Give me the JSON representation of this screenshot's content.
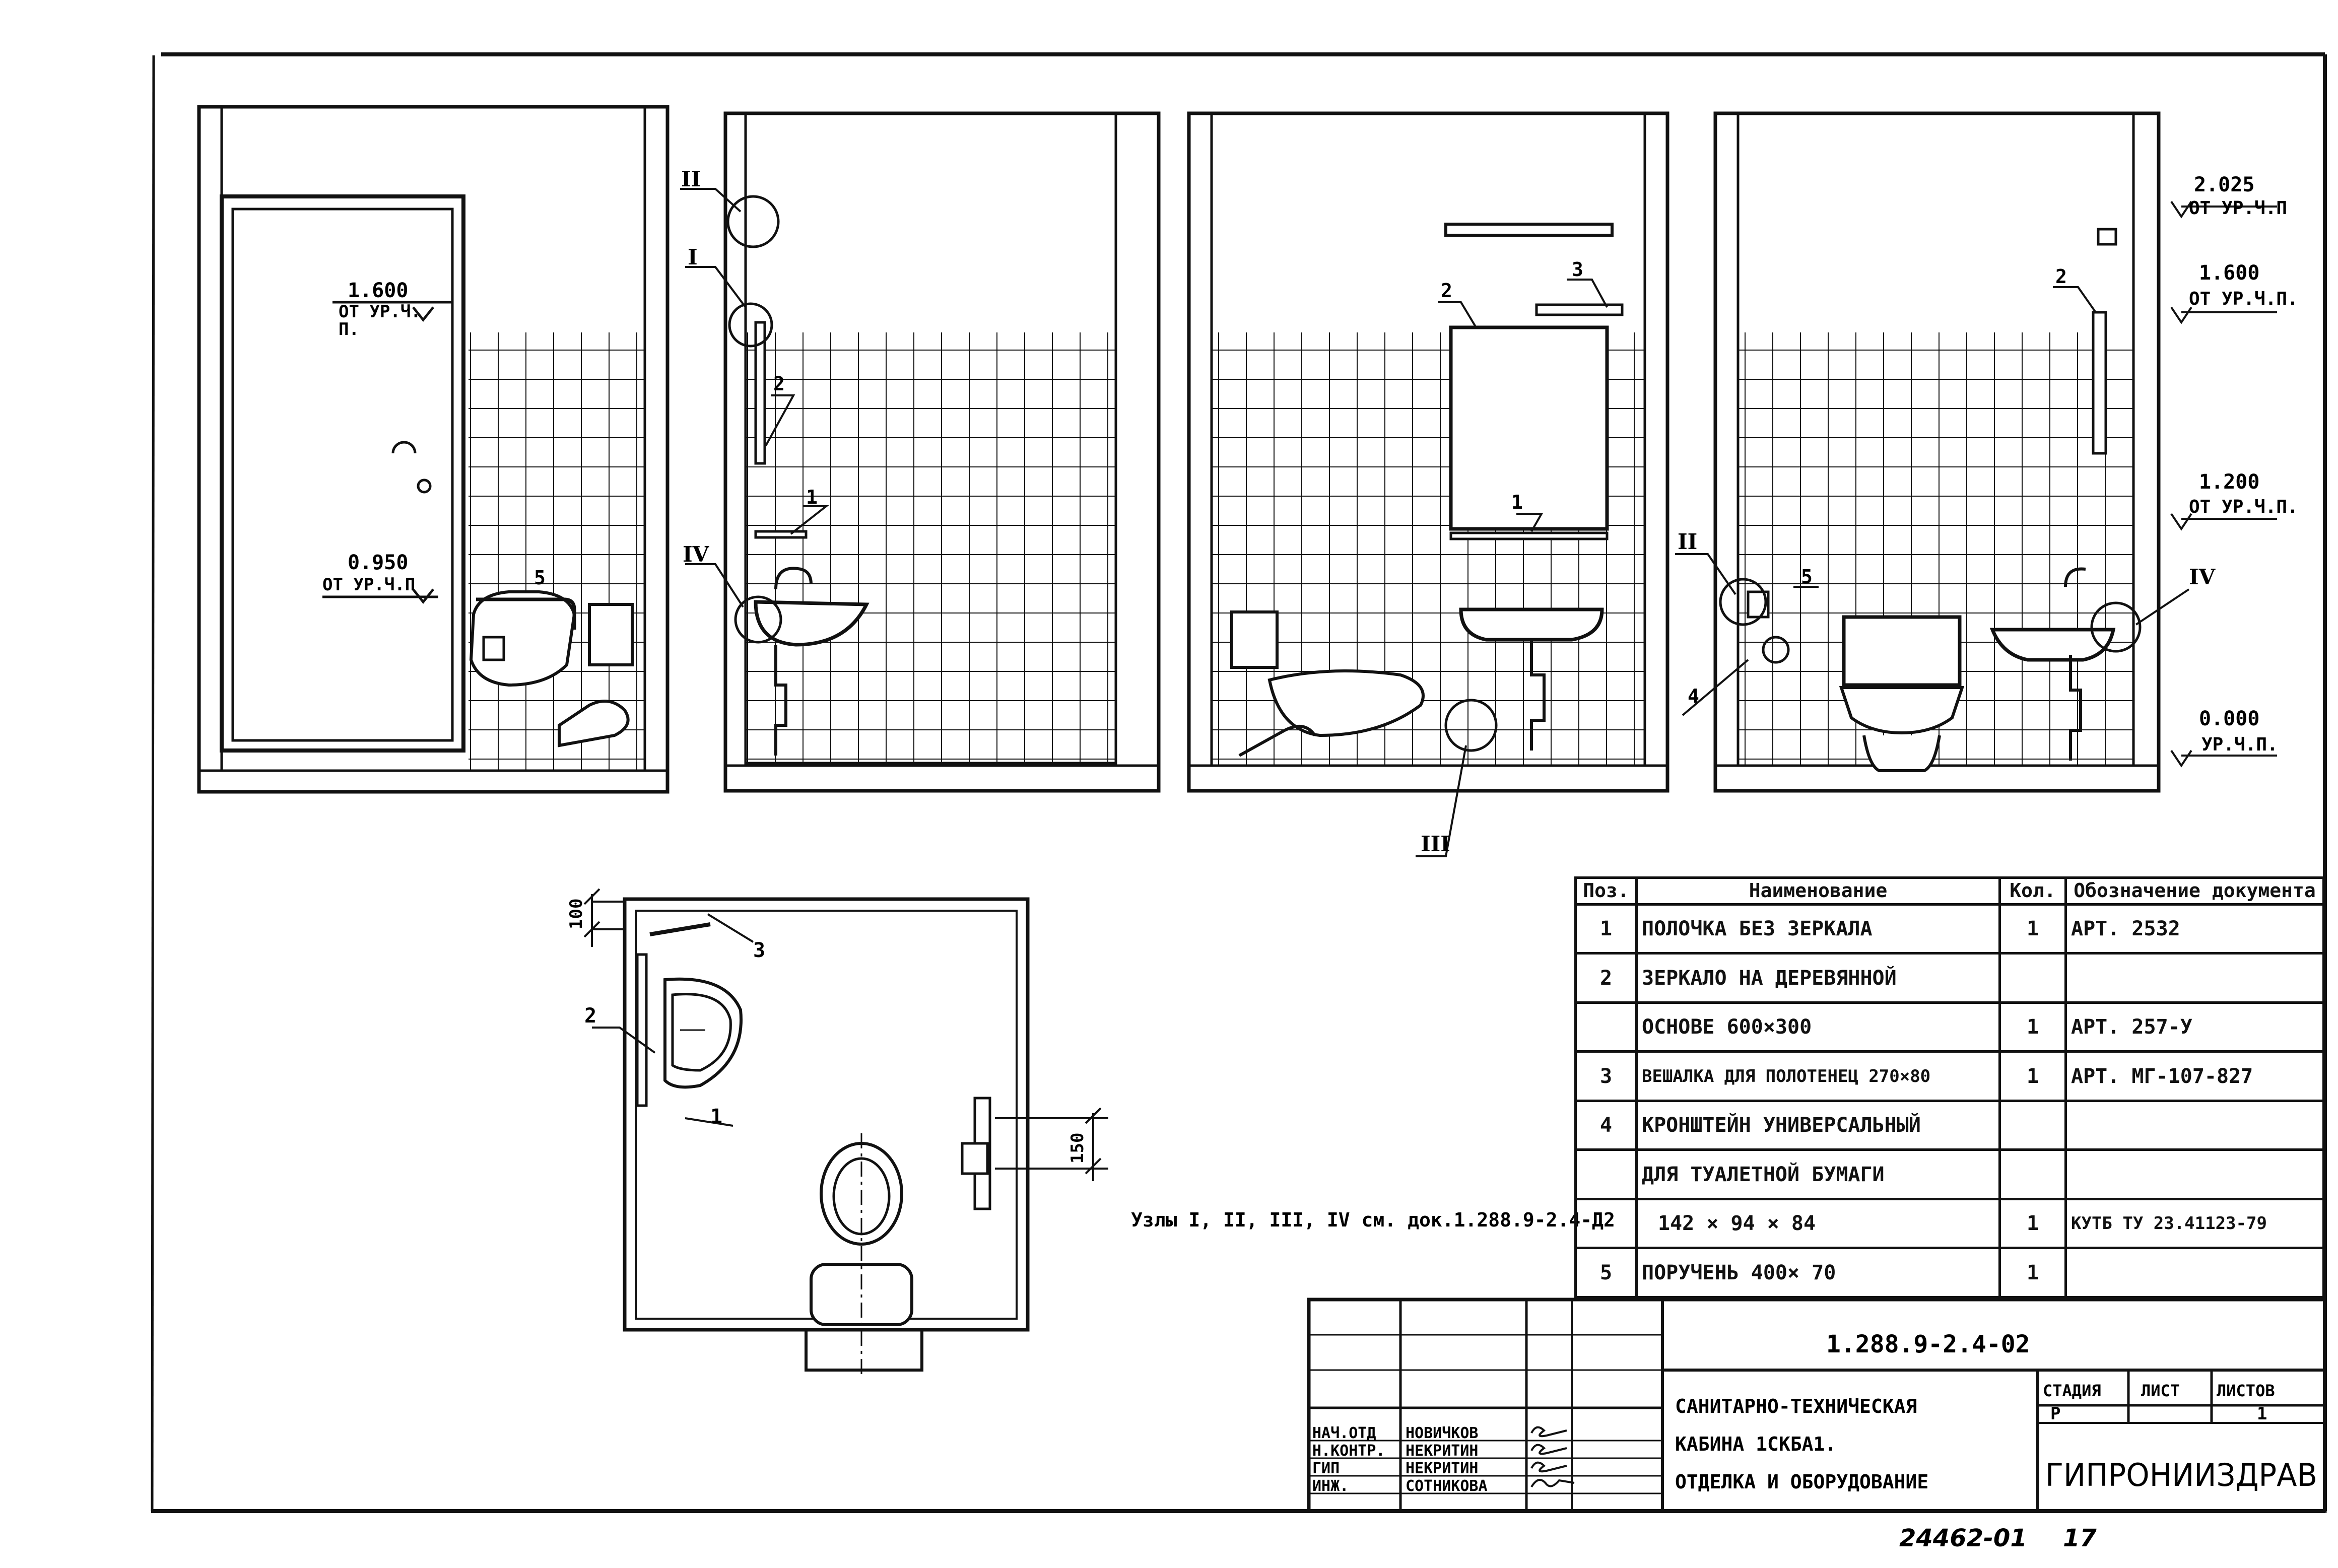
{
  "elevations": {
    "levels_1": [
      "1.600",
      "ОТ УР.Ч.",
      "П.",
      "0.950",
      "ОТ УР.Ч.П"
    ],
    "levels_4": [
      "2.025",
      "ОТ УР.Ч.П",
      "1.600",
      "ОТ УР.Ч.П.",
      "1.200",
      "ОТ УР.Ч.П.",
      "0.000",
      "УР.Ч.П."
    ],
    "item_marks": [
      "1",
      "2",
      "3",
      "4",
      "5"
    ],
    "node_marks": [
      "I",
      "II",
      "III",
      "IV"
    ]
  },
  "plan": {
    "dim_top": "100",
    "dim_right": "150",
    "marks": [
      "1",
      "2",
      "3"
    ]
  },
  "nodes_note": "Узлы I, II, III, IV см. док.1.288.9-2.4-Д2",
  "spec": {
    "headers": [
      "Поз.",
      "Наименование",
      "Кол.",
      "Обозначение документа"
    ],
    "rows": [
      {
        "pos": "1",
        "name": "ПОЛОЧКА БЕЗ ЗЕРКАЛА",
        "qty": "1",
        "doc": "АРТ. 2532"
      },
      {
        "pos": "2",
        "name": "ЗЕРКАЛО НА ДЕРЕВЯННОЙ",
        "qty": "",
        "doc": ""
      },
      {
        "pos": "",
        "name": "ОСНОВЕ 600×300",
        "qty": "1",
        "doc": "АРТ. 257-У"
      },
      {
        "pos": "3",
        "name": "ВЕШАЛКА ДЛЯ ПОЛОТЕНЕЦ 270×80",
        "qty": "1",
        "doc": "АРТ. МГ-107-827"
      },
      {
        "pos": "4",
        "name": "КРОНШТЕЙН УНИВЕРСАЛЬНЫЙ",
        "qty": "",
        "doc": ""
      },
      {
        "pos": "",
        "name": "ДЛЯ ТУАЛЕТНОЙ БУМАГИ",
        "qty": "",
        "doc": ""
      },
      {
        "pos": "",
        "name": "142 × 94 × 84",
        "qty": "1",
        "doc": "КУТБ ТУ 23.41123-79"
      },
      {
        "pos": "5",
        "name": "ПОРУЧЕНЬ 400× 70",
        "qty": "1",
        "doc": ""
      }
    ]
  },
  "title_block": {
    "code": "1.288.9-2.4-02",
    "title_lines": [
      "САНИТАРНО-ТЕХНИЧЕСКАЯ",
      "КАБИНА 1СКБА1.",
      "ОТДЕЛКА И ОБОРУДОВАНИЕ"
    ],
    "stage_label": "СТАДИЯ",
    "stage": "Р",
    "sheet_label": "ЛИСТ",
    "sheet": "",
    "sheets_label": "ЛИСТОВ",
    "sheets": "1",
    "org": "ГИПРОНИИЗДРАВ",
    "roles": [
      {
        "role": "НАЧ.ОТД",
        "name": "НОВИЧКОВ"
      },
      {
        "role": "Н.КОНТР.",
        "name": "НЕКРИТИН"
      },
      {
        "role": "ГИП",
        "name": "НЕКРИТИН"
      },
      {
        "role": "ИНЖ.",
        "name": "СОТНИКОВА"
      }
    ]
  },
  "footer": {
    "number": "24462-01",
    "page": "17"
  }
}
